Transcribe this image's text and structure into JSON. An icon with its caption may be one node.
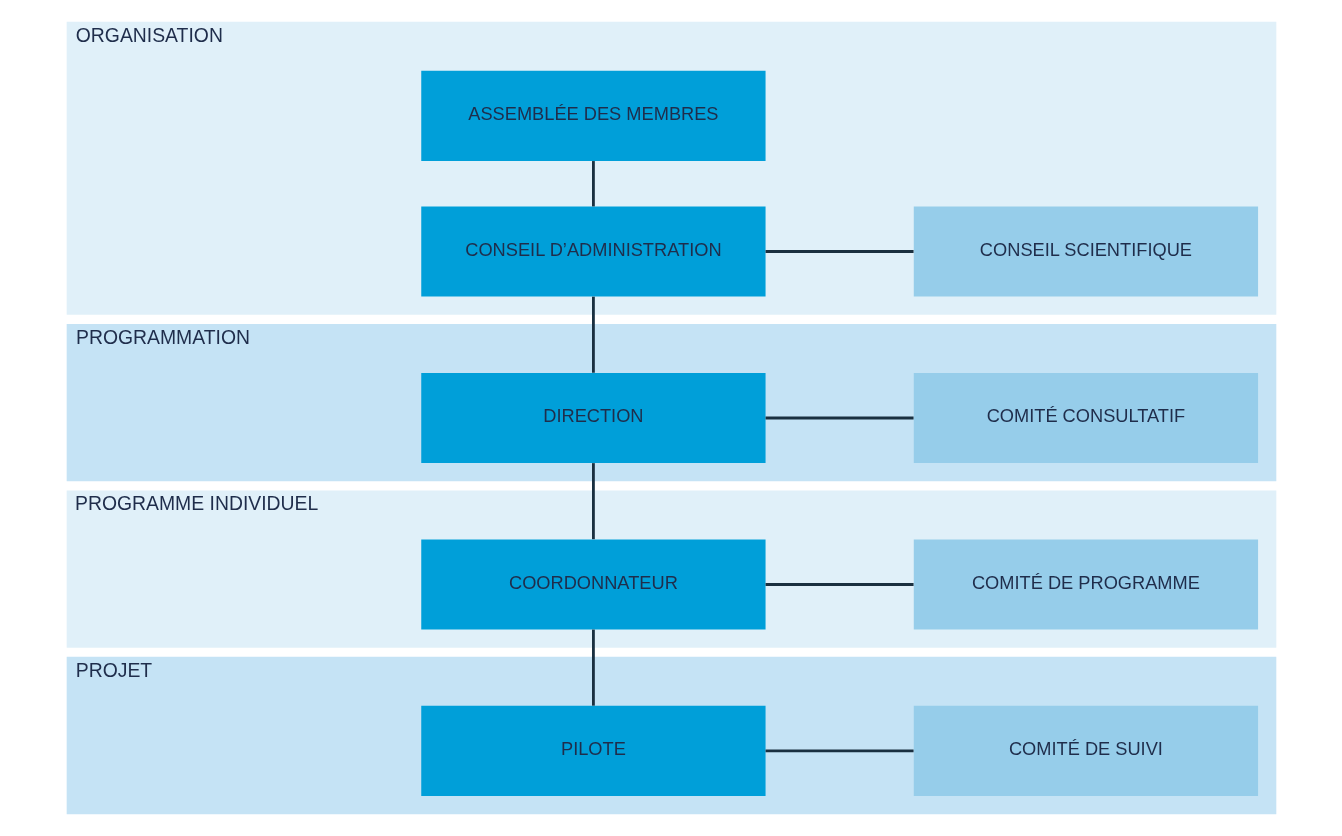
{
  "diagram": {
    "nodes": [
      {
        "text": [
          "ORGANISATION"
        ]
      },
      {
        "text": [
          "ASSEMBLÉE DES MEMBRES"
        ],
        "in": 0
      },
      {
        "text": [
          "CONSEIL D’ADMINISTRATION"
        ],
        "in": 0
      },
      {
        "text": [
          "CONSEIL SCIENTIFIQUE"
        ],
        "in": 0
      },
      {
        "text": [
          "PROGRAMMATION"
        ]
      },
      {
        "text": [
          "DIRECTION"
        ],
        "in": 4
      },
      {
        "text": [
          "COMITÉ CONSULTATIF"
        ],
        "in": 4
      },
      {
        "text": [
          "PROGRAMME INDIVIDUEL"
        ]
      },
      {
        "text": [
          "COORDONNATEUR"
        ],
        "in": 7
      },
      {
        "text": [
          "COMITÉ DE PROGRAMME"
        ],
        "in": 7
      },
      {
        "text": [
          "PROJET"
        ]
      },
      {
        "text": [
          "PILOTE"
        ],
        "in": 10
      },
      {
        "text": [
          "COMITÉ DE SUIVI"
        ],
        "in": 10
      }
    ],
    "edges": [
      {
        "from": 1,
        "to": 2,
        "arrow": "none"
      },
      {
        "from": 2,
        "to": 3,
        "arrow": "none"
      },
      {
        "from": 2,
        "to": 5,
        "arrow": "none"
      },
      {
        "from": 5,
        "to": 6,
        "arrow": "none"
      },
      {
        "from": 5,
        "to": 8,
        "arrow": "none"
      },
      {
        "from": 8,
        "to": 9,
        "arrow": "none"
      },
      {
        "from": 8,
        "to": 11,
        "arrow": "none"
      },
      {
        "from": 11,
        "to": 12,
        "arrow": "none"
      }
    ]
  }
}
